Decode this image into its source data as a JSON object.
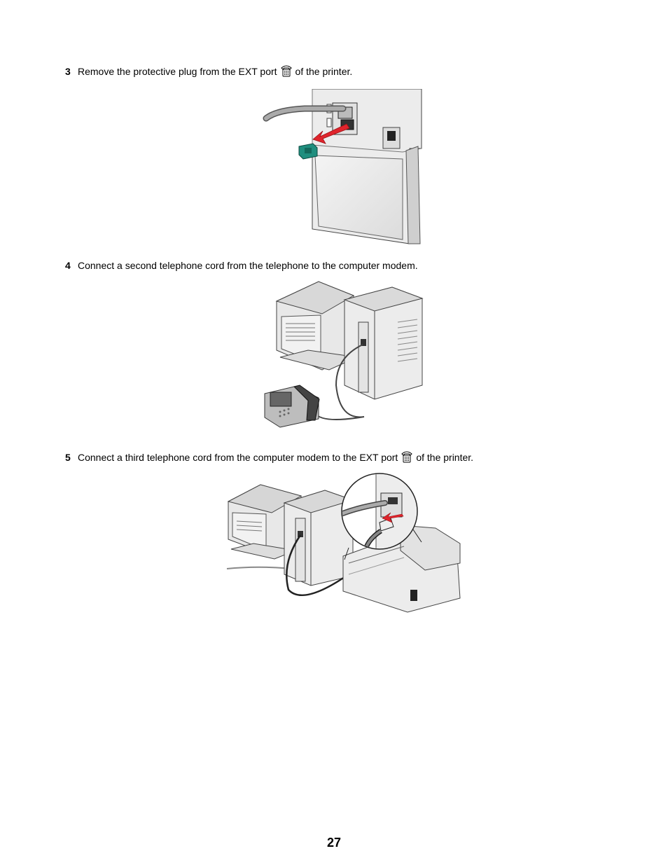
{
  "steps": [
    {
      "number": "3",
      "text_before": "Remove the protective plug from the EXT port",
      "icon": "phone-port-icon",
      "text_after": "of the printer."
    },
    {
      "number": "4",
      "text_before": "Connect a second telephone cord from the telephone to the computer modem.",
      "icon": "",
      "text_after": ""
    },
    {
      "number": "5",
      "text_before": "Connect a third telephone cord from the computer modem to the EXT port",
      "icon": "phone-port-icon",
      "text_after": "of the printer."
    }
  ],
  "page_number": "27"
}
